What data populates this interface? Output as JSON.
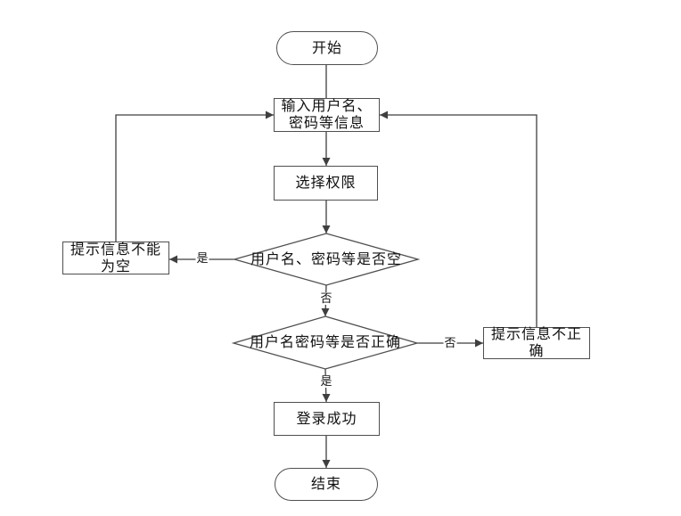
{
  "flowchart": {
    "title": "login-flowchart",
    "nodes": {
      "start": {
        "label": "开始"
      },
      "input_info": {
        "label": "输入用户名、\n密码等信息"
      },
      "select_permission": {
        "label": "选择权限"
      },
      "check_empty": {
        "label": "用户名、密码等是否空"
      },
      "prompt_empty": {
        "label": "提示信息不能\n为空"
      },
      "check_correct": {
        "label": "用户名密码等是否正确"
      },
      "prompt_incorrect": {
        "label": "提示信息不正\n确"
      },
      "login_success": {
        "label": "登录成功"
      },
      "end": {
        "label": "结束"
      }
    },
    "edge_labels": {
      "empty_yes": "是",
      "empty_no": "否",
      "correct_no": "否",
      "correct_yes": "是"
    },
    "colors": {
      "line": "#3f3f3f",
      "node_border": "#4f4f4f",
      "node_fill": "#ffffff",
      "text": "#111111",
      "background": "#ffffff"
    }
  }
}
